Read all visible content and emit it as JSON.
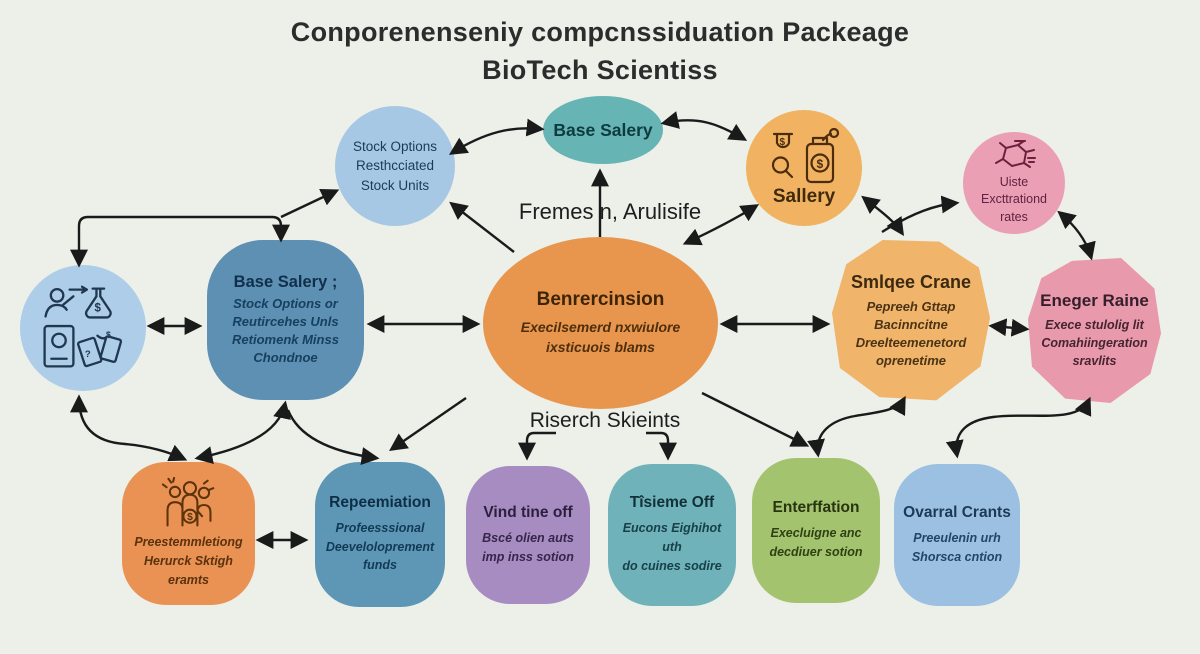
{
  "title": {
    "line1": "Conporenenseniy compcnssiduation Packeage",
    "line2": "BioTech Scientiss"
  },
  "floating_labels": {
    "fremes": "Fremes n, Arulisife",
    "riserch": "Riserch Skieints"
  },
  "nodes": {
    "stock_options": {
      "lines": [
        "Stock Options",
        "Resthcciated",
        "Stock Units"
      ]
    },
    "base_salery_top": {
      "title": "Base Salery"
    },
    "sallery": {
      "title": "Sallery"
    },
    "uiste": {
      "lines": [
        "Uiste",
        "Excttrationd",
        "rates"
      ]
    },
    "base_salery_main": {
      "title": "Base Salery ;",
      "lines": [
        "Stock Options or",
        "Reutircehes Unls",
        "Retiomenk Minss",
        "Chondnoe"
      ]
    },
    "benrercinsion": {
      "title": "Benrercinsion",
      "lines": [
        "Execilsemerd nxwiulore",
        "ixsticuois blams"
      ]
    },
    "smlqee": {
      "title": "Smlqee Crane",
      "lines": [
        "Pepreeh Gttap",
        "Bacinncitne",
        "Dreelteemenetord",
        "oprenetime"
      ]
    },
    "eneger": {
      "title": "Eneger Raine",
      "lines": [
        "Exece stulolig lit",
        "Comahiingeration",
        "sravlits"
      ]
    },
    "preest": {
      "lines": [
        "Preestemmletiong",
        "Herurck Sktigh",
        "eramts"
      ]
    },
    "repeemiation": {
      "title": "Repeemiation",
      "lines": [
        "Profeesssional",
        "Deeveloloprement",
        "funds"
      ]
    },
    "vind": {
      "title": "Vind tine off",
      "lines": [
        "Bscé olien auts",
        "imp inss sotion"
      ]
    },
    "tisieme": {
      "title": "Tîsieme Off",
      "lines": [
        "Eucons Eighihot uth",
        "do cuines sodire"
      ]
    },
    "enterffation": {
      "title": "Enterffation",
      "lines": [
        "Execluigne anc",
        "decdiuer sotion"
      ]
    },
    "ovaral": {
      "title": "Ovarral Crants",
      "lines": [
        "Preeulenin urh",
        "Shorsca cntion"
      ]
    }
  },
  "icons": {
    "left_circle": "person-flask-idcard-money-icon",
    "sallery": "money-bag-magnifier-icon",
    "uiste": "molecule-hexagon-icon",
    "preest": "people-group-dollar-icon"
  },
  "colors": {
    "background": "#edefe9",
    "arrow": "#1a1a1a",
    "stock_options": "#a6c8e4",
    "base_salery_top": "#67b4b4",
    "sallery": "#f1b362",
    "uiste": "#eb9fb4",
    "left_icons": "#adcde9",
    "base_salery_main": "#5d90b2",
    "benrercinsion": "#e8964e",
    "smlqee": "#f0b46a",
    "eneger": "#e899ac",
    "preest": "#ea9254",
    "repeemiation": "#5e97b6",
    "vind": "#a78cc1",
    "tisieme": "#6fb2ba",
    "enterffation": "#a4c36f",
    "ovaral": "#9cc0e1"
  }
}
